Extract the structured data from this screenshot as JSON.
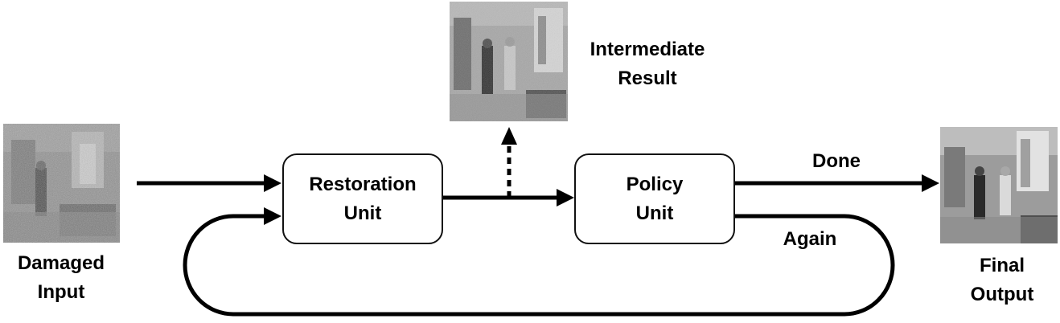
{
  "diagram": {
    "input": {
      "label_line1": "Damaged",
      "label_line2": "Input"
    },
    "intermediate": {
      "label_line1": "Intermediate",
      "label_line2": "Result"
    },
    "output": {
      "label_line1": "Final",
      "label_line2": "Output"
    },
    "restoration_unit": {
      "line1": "Restoration",
      "line2": "Unit"
    },
    "policy_unit": {
      "line1": "Policy",
      "line2": "Unit"
    },
    "edges": {
      "done": "Done",
      "again": "Again"
    }
  },
  "images": {
    "damaged_input": "noisy grayscale room photo",
    "intermediate_result": "partially restored grayscale room photo",
    "final_output": "restored grayscale room photo"
  }
}
